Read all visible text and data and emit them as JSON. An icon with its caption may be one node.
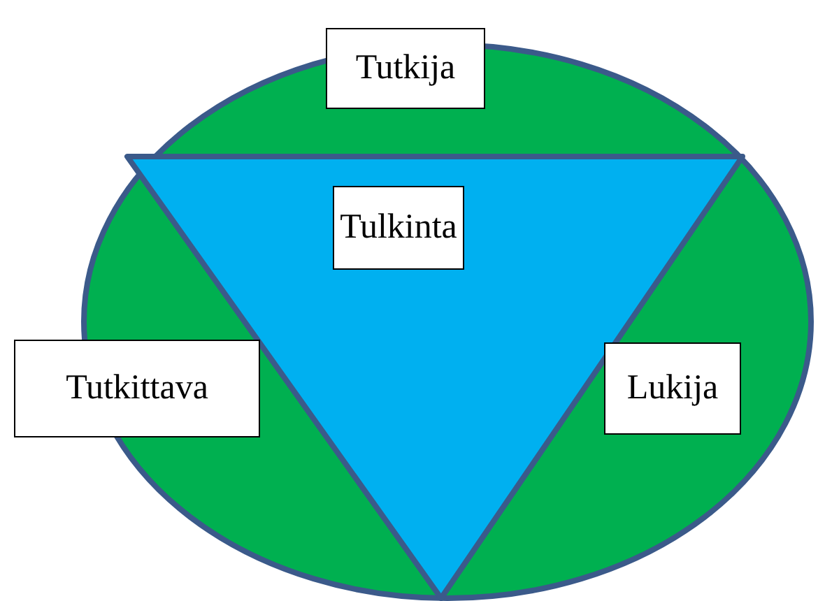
{
  "diagram": {
    "nodes": [
      {
        "text": [],
        "shape": "ellipse"
      },
      {
        "text": [
          "Tutkija"
        ]
      },
      {
        "text": [],
        "shape": "triangle",
        "in": 0
      },
      {
        "text": [
          "Tulkinta"
        ],
        "in": 2
      },
      {
        "text": [
          "Tutkittava"
        ]
      },
      {
        "text": [
          "Lukija"
        ],
        "in": 0
      }
    ]
  }
}
